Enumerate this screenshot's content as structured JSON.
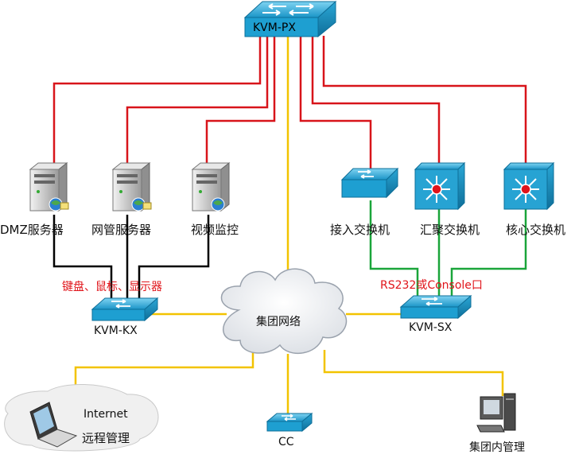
{
  "nodes": {
    "kvm_px": "KVM-PX",
    "dmz_server": "DMZ服务器",
    "nm_server": "网管服务器",
    "video_monitor": "视频监控",
    "access_switch": "接入交换机",
    "aggregation_switch": "汇聚交换机",
    "core_switch": "核心交换机",
    "kvm_kx": "KVM-KX",
    "kvm_sx": "KVM-SX",
    "group_network": "集团网络",
    "internet": "Internet",
    "remote_mgmt": "远程管理",
    "cc": "CC",
    "internal_mgmt": "集团内管理"
  },
  "annotations": {
    "kvm_kx_note": "键盘、鼠标、显示器",
    "kvm_sx_note": "RS232或Console口"
  },
  "colors": {
    "kvm_link": "#d8141a",
    "lan_link": "#000000",
    "serial_link": "#1aa53a",
    "network_link": "#f2c300",
    "note_text": "#e0141a",
    "device_blue": "#2aa7d6"
  }
}
